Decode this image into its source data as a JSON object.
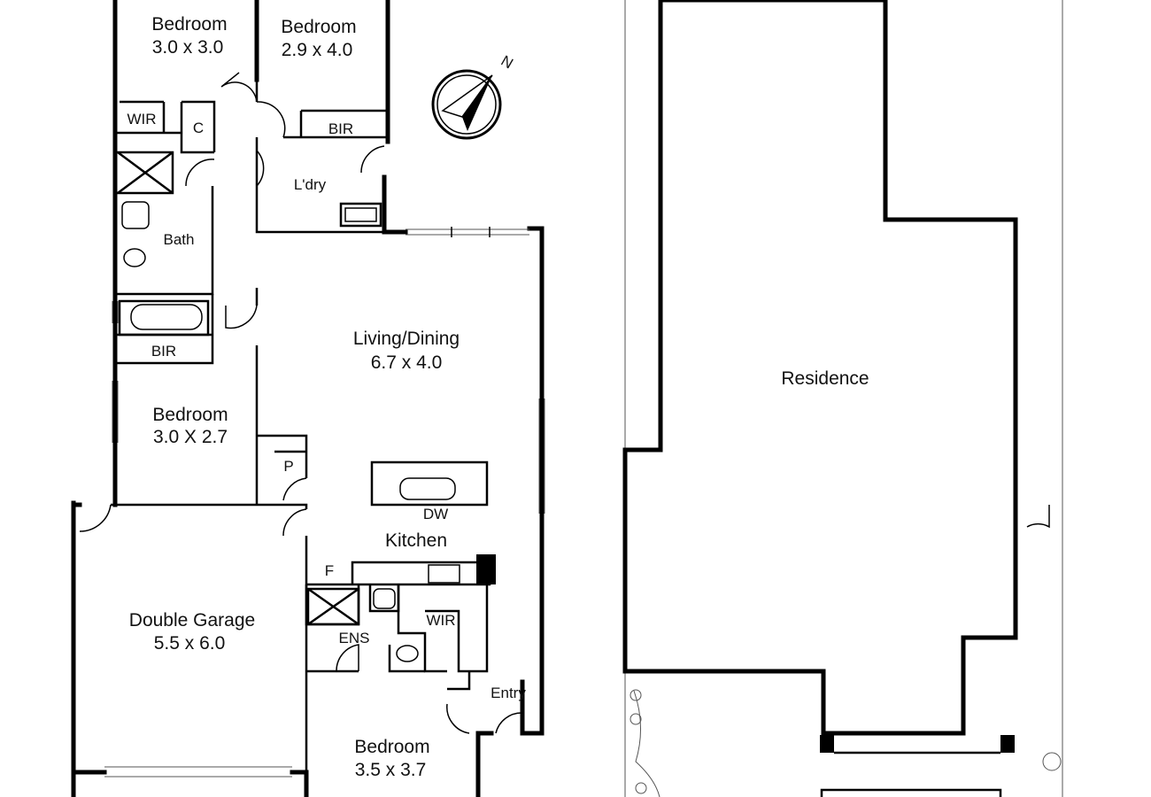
{
  "rooms": {
    "bedroom1": {
      "name": "Bedroom",
      "size": "3.0 x 3.0"
    },
    "bedroom2": {
      "name": "Bedroom",
      "size": "2.9 x 4.0"
    },
    "bedroom3": {
      "name": "Bedroom",
      "size": "3.0 X 2.7"
    },
    "bedroom4": {
      "name": "Bedroom",
      "size": "3.5 x 3.7"
    },
    "living": {
      "name": "Living/Dining",
      "size": "6.7 x 4.0"
    },
    "garage": {
      "name": "Double Garage",
      "size": "5.5 x 6.0"
    },
    "residence": {
      "name": "Residence"
    }
  },
  "labels": {
    "wir1": "WIR",
    "c": "C",
    "bir1": "BIR",
    "ldry": "L'dry",
    "bath": "Bath",
    "bir2": "BIR",
    "p": "P",
    "dw": "DW",
    "kitchen": "Kitchen",
    "f": "F",
    "ens": "ENS",
    "wir2": "WIR",
    "entry": "Entry",
    "north": "N"
  }
}
